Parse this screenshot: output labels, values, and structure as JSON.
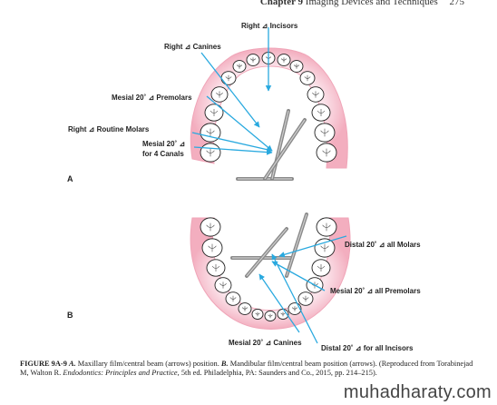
{
  "header": {
    "chapter": "Chapter 9",
    "title": "Imaging Devices and Techniques",
    "page": "275"
  },
  "panel_a": {
    "letter": "A",
    "labels": {
      "incisors": "Right ⊿ Incisors",
      "canines": "Right ⊿ Canines",
      "premolars": "Mesial 20˚ ⊿ Premolars",
      "routine_molars": "Right ⊿ Routine Molars",
      "four_canals_1": "Mesial 20˚ ⊿",
      "four_canals_2": "for 4 Canals"
    }
  },
  "panel_b": {
    "letter": "B",
    "labels": {
      "all_molars": "Distal 20˚ ⊿ all Molars",
      "all_premolars": "Mesial 20˚ ⊿ all Premolars",
      "canines": "Mesial 20˚ ⊿ Canines",
      "all_incisors": "Distal 20˚ ⊿ for all Incisors"
    }
  },
  "caption": {
    "figure_label": "FIGURE 9A-9",
    "a_letter": "A.",
    "a_text": "Maxillary film/central beam (arrows) position.",
    "b_letter": "B.",
    "b_text": "Mandibular film/central beam position (arrows). (Reproduced from Torabinejad M, Walton R.",
    "book": "Endodontics: Principles and Practice",
    "rest": ", 5th ed. Philadelphia, PA: Saunders and Co., 2015, pp. 214–215)."
  },
  "watermark": "muhadharaty.com",
  "colors": {
    "arrow": "#29a9df",
    "gum": "#f4b8c8",
    "film": "#8a8a8a"
  }
}
